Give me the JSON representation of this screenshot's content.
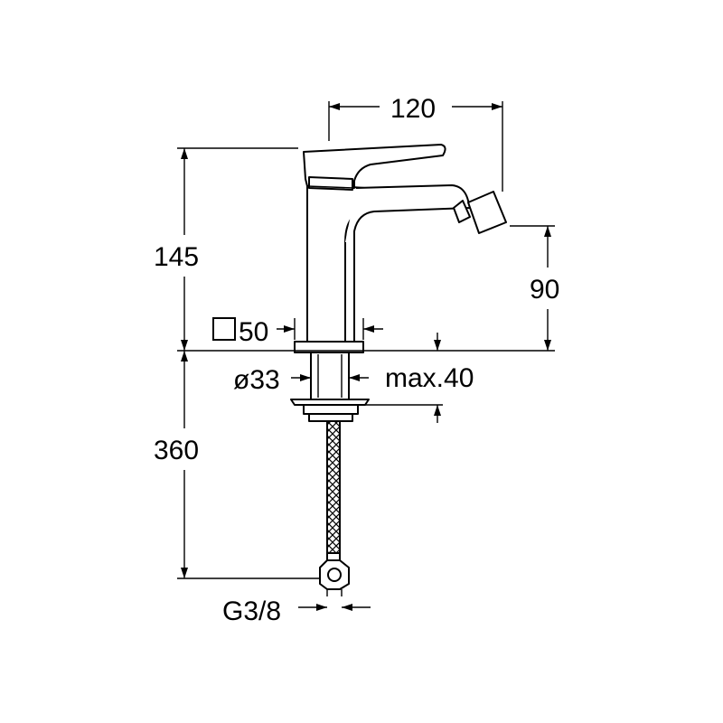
{
  "dimensions": {
    "spout_reach": "120",
    "total_height": "145",
    "outlet_height": "90",
    "base_size": "50",
    "shank_diameter": "ø33",
    "max_deck_thickness": "max.40",
    "hose_length": "360",
    "connection_thread": "G3/8"
  },
  "icons": {
    "square_symbol": "square-icon"
  }
}
